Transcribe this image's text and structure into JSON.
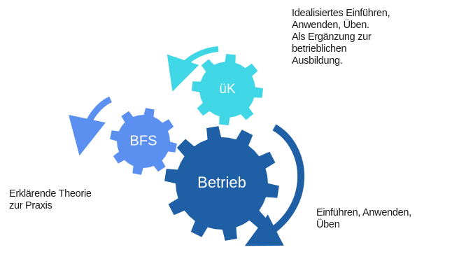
{
  "gears": {
    "uk": {
      "label": "üK",
      "color": "#3fd6e6"
    },
    "bfs": {
      "label": "BFS",
      "color": "#5b8ff0"
    },
    "betrieb": {
      "label": "Betrieb",
      "color": "#1f5fa6"
    }
  },
  "arrows": {
    "uk": {
      "color": "#3fd6e6"
    },
    "bfs": {
      "color": "#5b8ff0"
    },
    "betrieb": {
      "color": "#1f5fa6"
    }
  },
  "notes": {
    "uk": [
      "Idealisiertes Einführen,",
      "Anwenden, Üben.",
      "Als Ergänzung zur",
      "betrieblichen",
      "Ausbildung."
    ],
    "bfs": [
      "Erklärende  Theorie",
      "zur Praxis"
    ],
    "betrieb": [
      "Einführen, Anwenden,",
      "Üben"
    ]
  }
}
